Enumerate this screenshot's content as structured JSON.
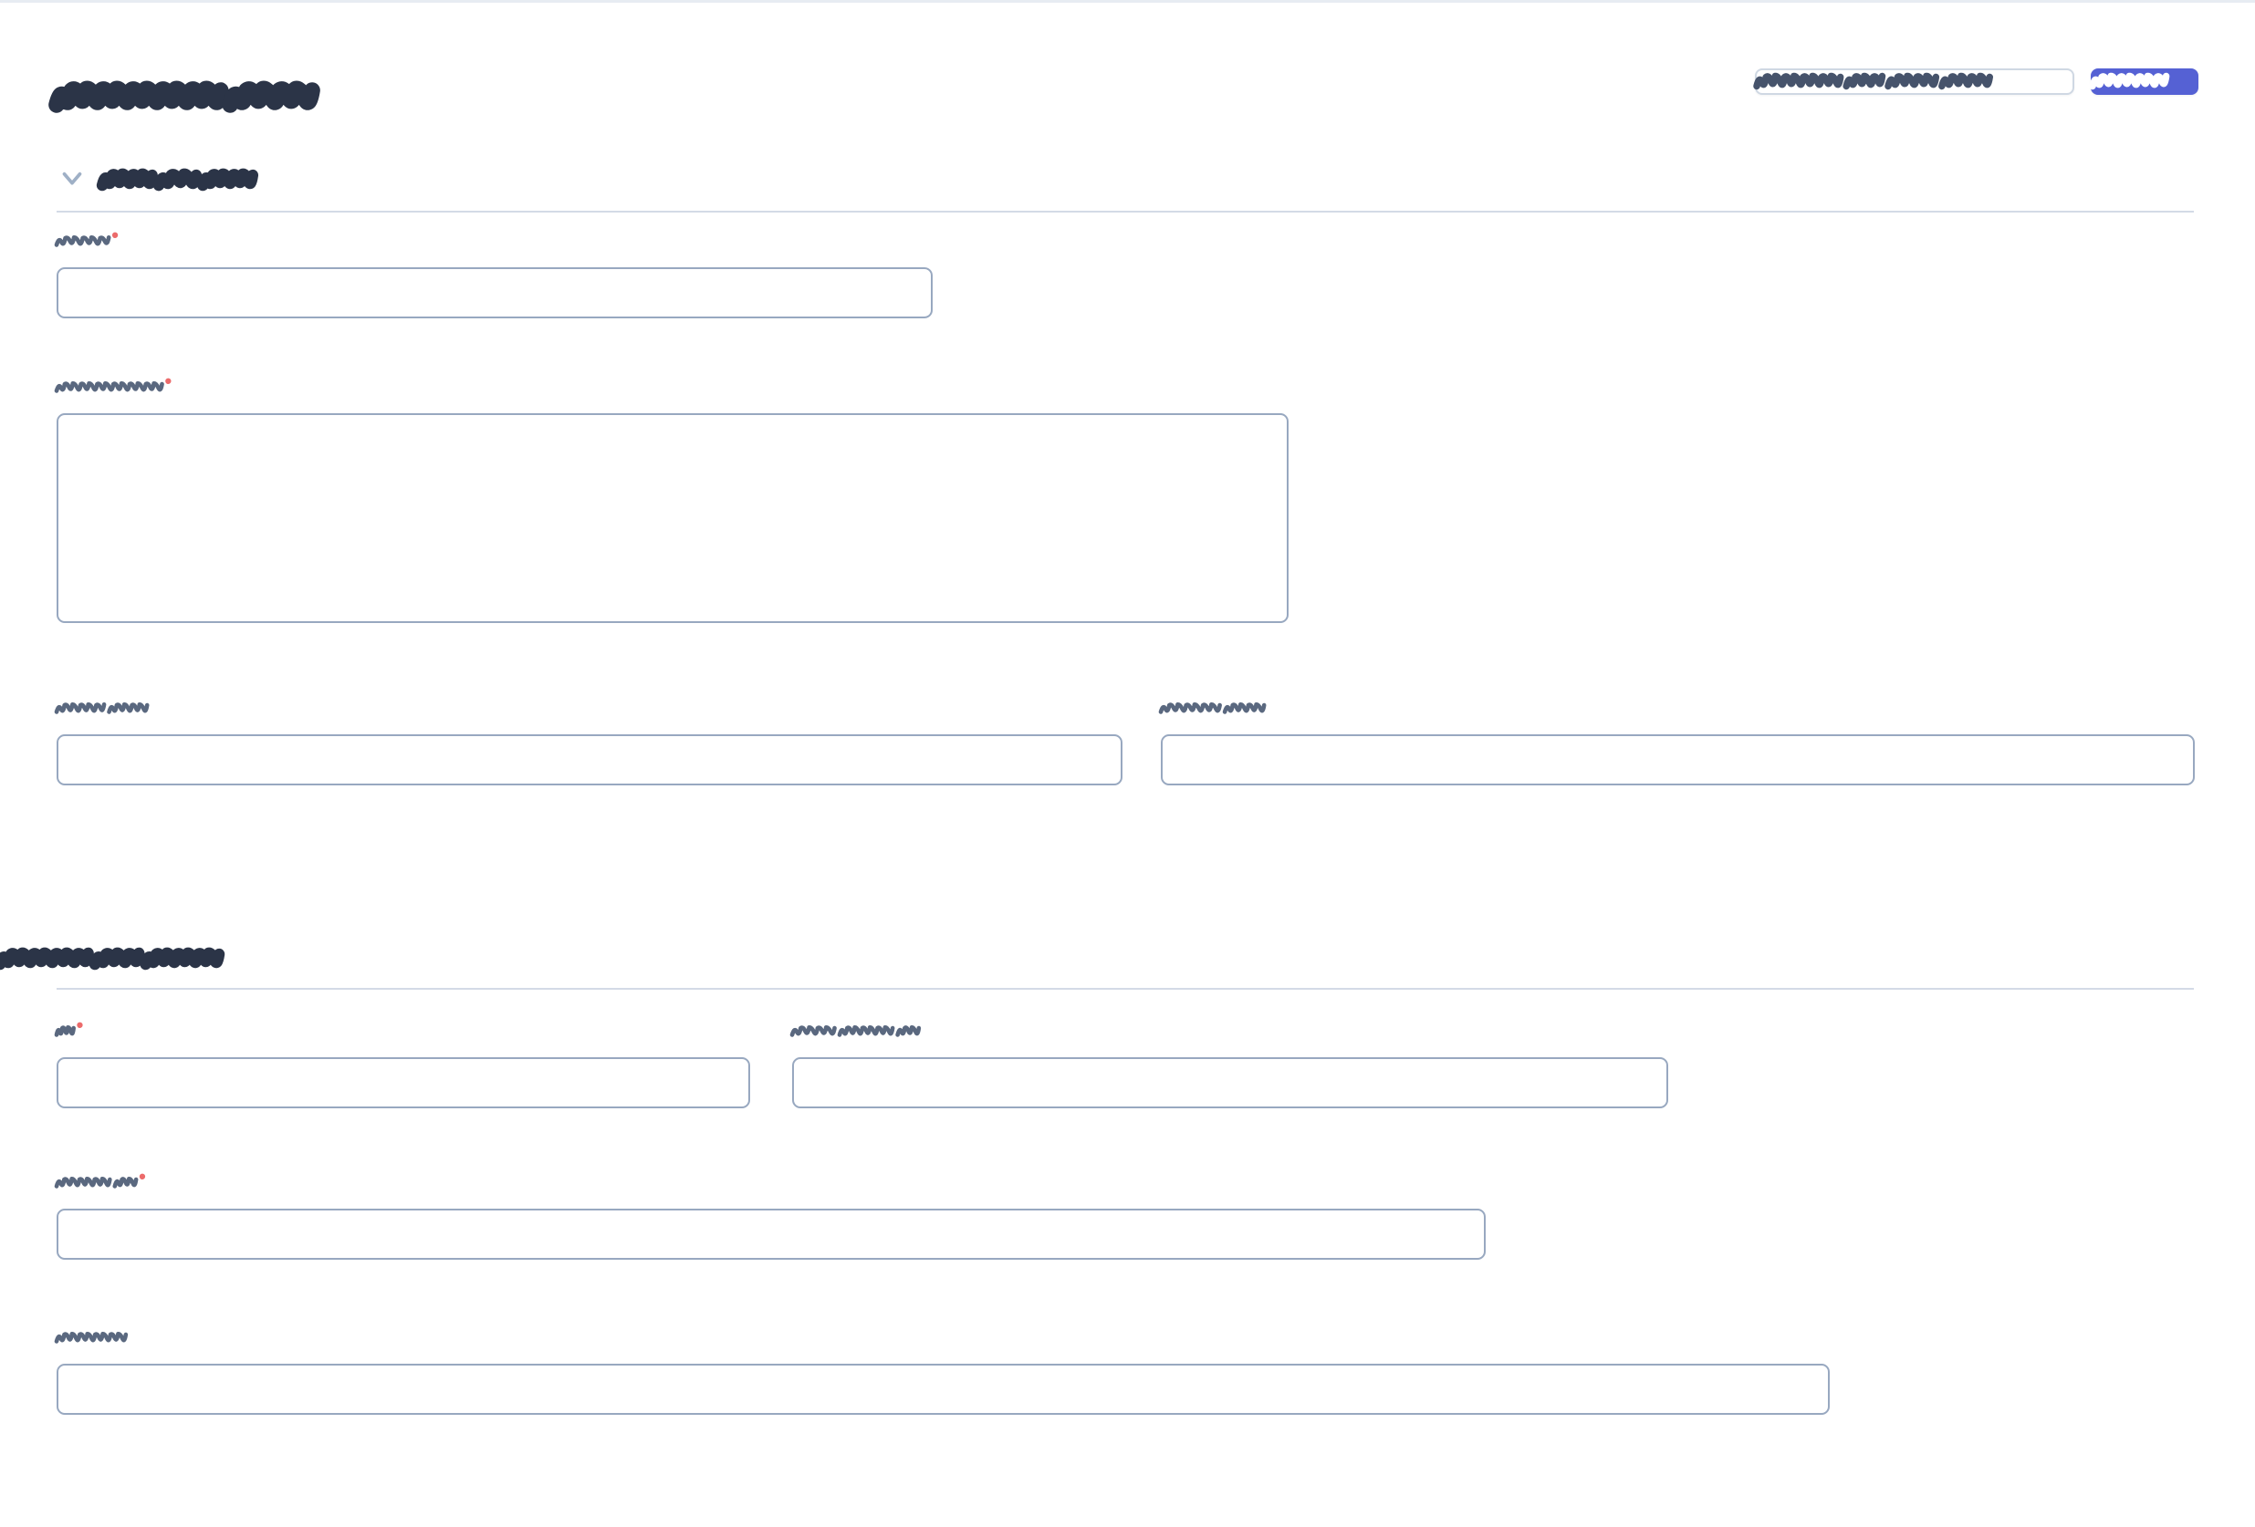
{
  "window": {
    "background": "#ffffff",
    "accent": "#5561d4",
    "border_color": "#98a8c0",
    "required_color": "#ec6b6b",
    "label_color": "#5a687f",
    "heading_color": "#2b3447"
  },
  "header": {
    "title": "Campaign Edit",
    "actions": [
      {
        "label": "Preview and Send Test",
        "style": "secondary",
        "name": "preview-and-send-test-button"
      },
      {
        "label": "Update",
        "style": "primary",
        "name": "update-button"
      }
    ]
  },
  "sections": [
    {
      "id": "email-setup",
      "title": "Mail Set Info",
      "collapsible": true,
      "expanded": true,
      "chevron_icon": "chevron-down-icon",
      "fields": [
        {
          "name": "name-field",
          "label": "Name",
          "required": true,
          "type": "text",
          "value": "",
          "placeholder": ""
        },
        {
          "name": "description-field",
          "label": "Description",
          "required": true,
          "type": "textarea",
          "value": "",
          "placeholder": ""
        },
        {
          "name": "start-date-field",
          "label": "Start Date",
          "required": false,
          "type": "text",
          "value": "",
          "placeholder": ""
        },
        {
          "name": "finish-date-field",
          "label": "Finish Date",
          "required": false,
          "type": "text",
          "value": "",
          "placeholder": ""
        }
      ]
    },
    {
      "id": "sender-info",
      "title": "Sender And Reply",
      "collapsible": false,
      "expanded": true,
      "fields": [
        {
          "name": "id-field",
          "label": "Id",
          "required": true,
          "type": "text",
          "value": "",
          "placeholder": ""
        },
        {
          "name": "from-email-id-field",
          "label": "From Email Id",
          "required": false,
          "type": "text",
          "value": "",
          "placeholder": ""
        },
        {
          "name": "reply-to-field",
          "label": "Reply To",
          "required": true,
          "type": "text",
          "value": "",
          "placeholder": ""
        },
        {
          "name": "subject-field",
          "label": "Subject",
          "required": false,
          "type": "text",
          "value": "",
          "placeholder": ""
        }
      ]
    }
  ]
}
